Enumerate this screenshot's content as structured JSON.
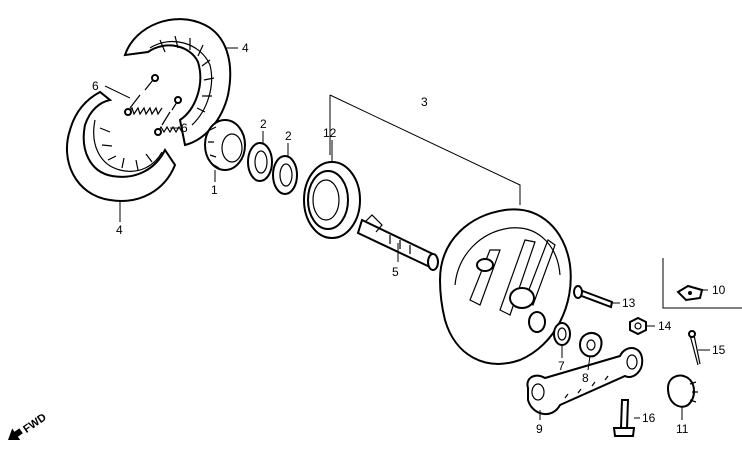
{
  "labels": {
    "l1": "1",
    "l2a": "2",
    "l2b": "2",
    "l3": "3",
    "l4a": "4",
    "l4b": "4",
    "l5": "5",
    "l6a": "6",
    "l6b": "6",
    "l7": "7",
    "l8": "8",
    "l9": "9",
    "l10": "10",
    "l11": "11",
    "l12": "12",
    "l13": "13",
    "l14": "14",
    "l15": "15",
    "l16": "16"
  },
  "fwd": "FWD"
}
